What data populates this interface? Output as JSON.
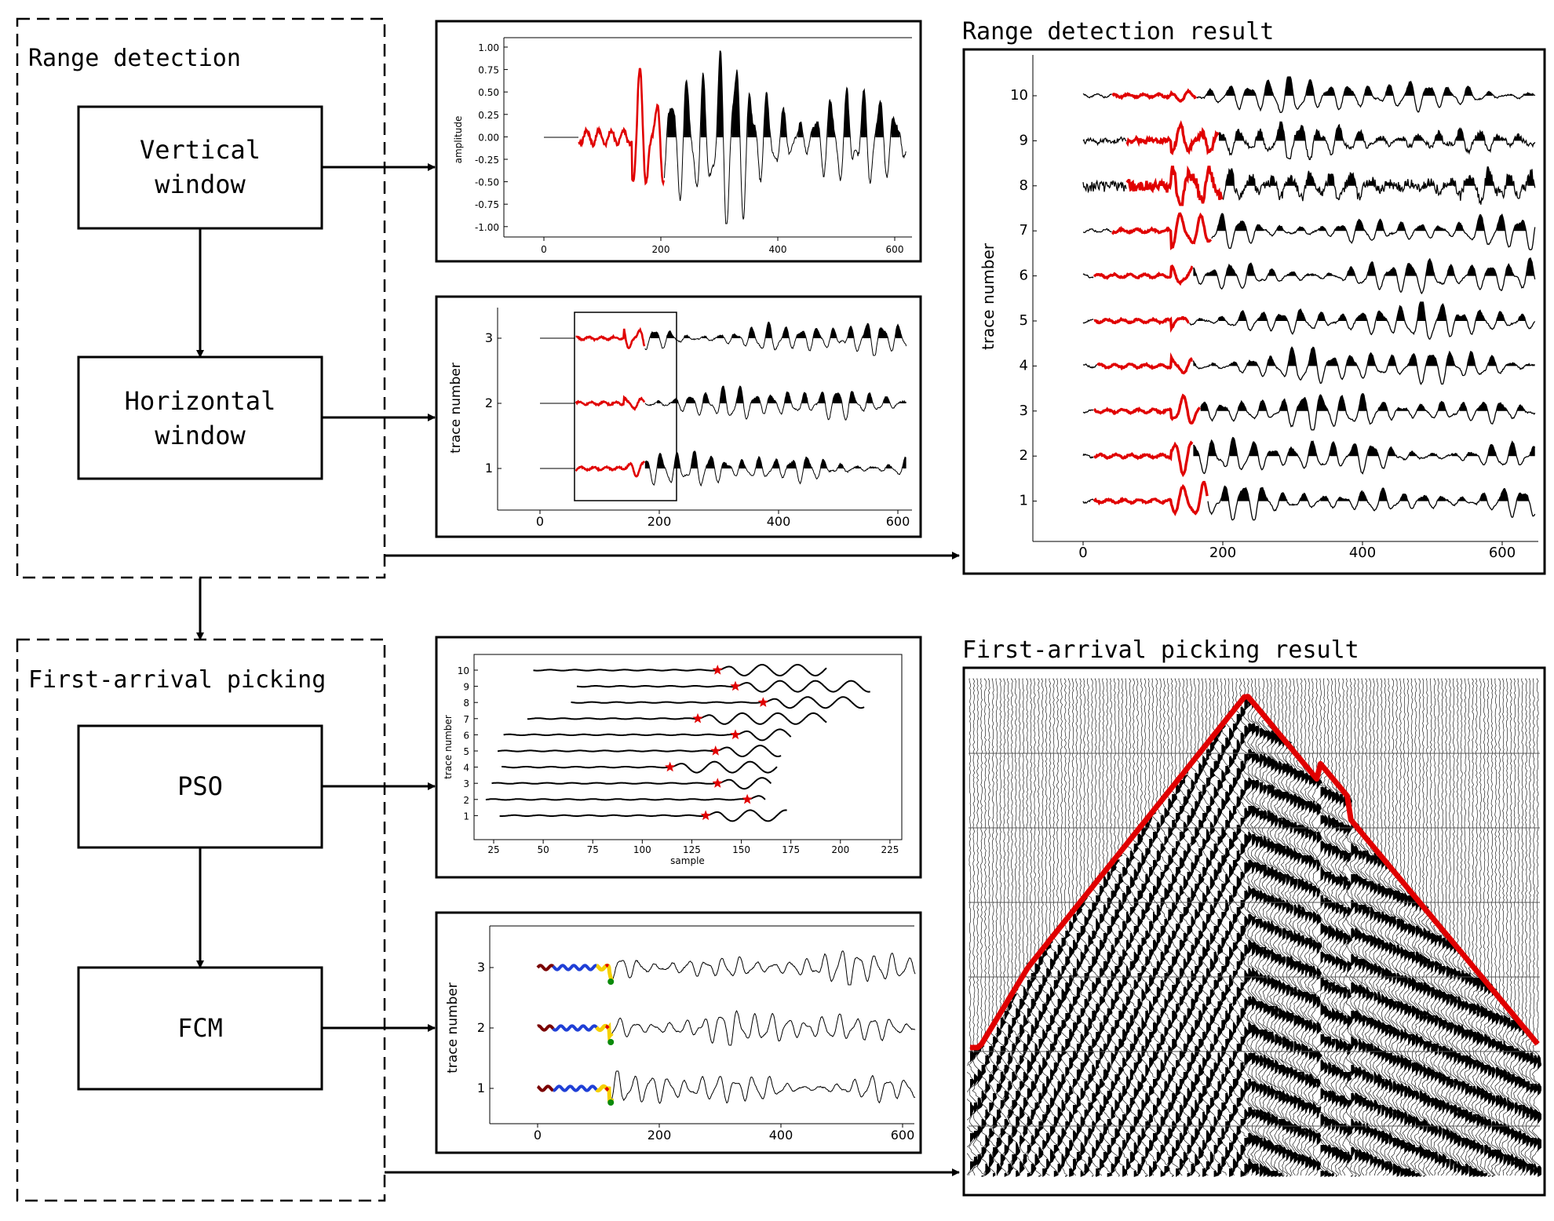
{
  "sections": {
    "range_detection": "Range detection",
    "first_arrival_picking": "First-arrival picking"
  },
  "boxes": {
    "vertical_window": [
      "Vertical",
      "window"
    ],
    "horizontal_window": [
      "Horizontal",
      "window"
    ],
    "pso": "PSO",
    "fcm": "FCM"
  },
  "results": {
    "range_result_title": "Range detection result",
    "picking_result_title": "First-arrival picking result"
  },
  "plots": {
    "vertical": {
      "ylabel": "amplitude",
      "yticks": [
        "1.00",
        "0.75",
        "0.50",
        "0.25",
        "0.00",
        "-0.25",
        "-0.50",
        "-0.75",
        "-1.00"
      ],
      "xticks": [
        "0",
        "200",
        "400",
        "600"
      ]
    },
    "horizontal": {
      "ylabel": "trace number",
      "yticks": [
        "3",
        "2",
        "1"
      ],
      "xticks": [
        "0",
        "200",
        "400",
        "600"
      ]
    },
    "pso": {
      "ylabel": "trace number",
      "xlabel": "sample",
      "yticks": [
        "10",
        "9",
        "8",
        "7",
        "6",
        "5",
        "4",
        "3",
        "2",
        "1"
      ],
      "xticks": [
        "25",
        "50",
        "75",
        "100",
        "125",
        "150",
        "175",
        "200",
        "225"
      ],
      "picks": [
        138,
        147,
        161,
        128,
        147,
        137,
        114,
        138,
        153,
        132
      ],
      "starts": [
        45,
        67,
        64,
        42,
        30,
        27,
        29,
        24,
        21,
        28
      ],
      "ends": [
        193,
        215,
        212,
        193,
        175,
        170,
        168,
        165,
        162,
        173
      ]
    },
    "fcm": {
      "ylabel": "trace number",
      "yticks": [
        "3",
        "2",
        "1"
      ],
      "xticks": [
        "0",
        "200",
        "400",
        "600"
      ]
    },
    "range_result": {
      "ylabel": "trace number",
      "yticks": [
        "10",
        "9",
        "8",
        "7",
        "6",
        "5",
        "4",
        "3",
        "2",
        "1"
      ],
      "xticks": [
        "0",
        "200",
        "400",
        "600"
      ]
    }
  },
  "colors": {
    "window": "#e00000",
    "trace": "#000000",
    "pick": "#e00000",
    "fcm_blue": "#1f3fd6",
    "fcm_yellow": "#f5d000",
    "fcm_green": "#0a8a0a",
    "fcm_dark": "#7a0000"
  }
}
